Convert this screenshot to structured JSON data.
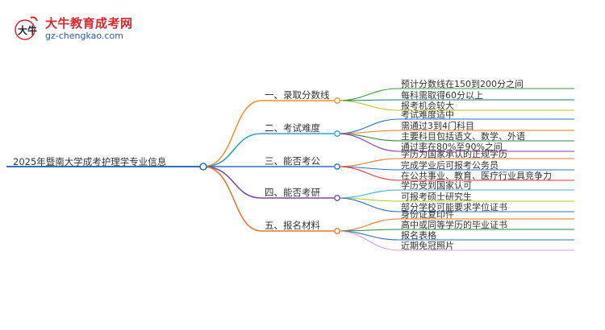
{
  "logo": {
    "title": "大牛教育成考网",
    "url": "gz-chengkao.com",
    "mark_text": "大牛"
  },
  "mindmap": {
    "root": "2025年暨南大学成考护理学专业信息",
    "branches": [
      {
        "label": "一、录取分数线",
        "color": "#f0932b",
        "leaves": [
          {
            "text": "预计分数线在150到200分之间",
            "color": "#3a9a3a"
          },
          {
            "text": "每科需取得60分以上",
            "color": "#1d7a7a"
          },
          {
            "text": "报考机会较大",
            "color": "#b8c22a"
          }
        ]
      },
      {
        "label": "二、考试难度",
        "color": "#2ea4c8",
        "leaves": [
          {
            "text": "考试难度适中",
            "color": "#2f6fc0"
          },
          {
            "text": "需通过3到4门科目",
            "color": "#e07a2a"
          },
          {
            "text": "主要科目包括语文、数学、外语",
            "color": "#2a8a3a"
          },
          {
            "text": "通过率在80%至90%之间",
            "color": "#8a3ab0"
          }
        ]
      },
      {
        "label": "三、能否考公",
        "color": "#2f6fc0",
        "leaves": [
          {
            "text": "学历为国家承认的正规学历",
            "color": "#e8762a"
          },
          {
            "text": "完成学业后可报考公务员",
            "color": "#2f6fc0"
          },
          {
            "text": "在公共事业、教育、医疗行业具竞争力",
            "color": "#d93a3a"
          }
        ]
      },
      {
        "label": "四、能否考研",
        "color": "#7a4aa0",
        "leaves": [
          {
            "text": "学历受到国家认可",
            "color": "#3ab0c8"
          },
          {
            "text": "可报考硕士研究生",
            "color": "#b8c22a"
          },
          {
            "text": "部分学校可能要求学位证书",
            "color": "#2f6fc0"
          }
        ]
      },
      {
        "label": "五、报名材料",
        "color": "#e8762a",
        "leaves": [
          {
            "text": "身份证复印件",
            "color": "#e8762a"
          },
          {
            "text": "高中或同等学历的毕业证书",
            "color": "#2a8a3a"
          },
          {
            "text": "报名表格",
            "color": "#2f6fc0"
          },
          {
            "text": "近期免冠照片",
            "color": "#d9a0d0"
          }
        ]
      }
    ],
    "root_color": "#2f6fc0"
  }
}
